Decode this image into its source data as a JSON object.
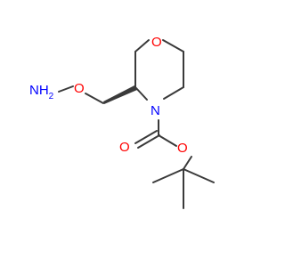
{
  "molecule": {
    "atoms": {
      "ring_oxygen": "O",
      "ring_nitrogen": "N",
      "linker_oxygen": "O",
      "amino": "NH",
      "amino_h": "2",
      "carbonyl_oxygen": "O",
      "ester_oxygen": "O"
    },
    "colors": {
      "bond": "#3a3a3a",
      "oxygen": "#ff0000",
      "nitrogen": "#0000ff",
      "background": "#ffffff"
    }
  }
}
